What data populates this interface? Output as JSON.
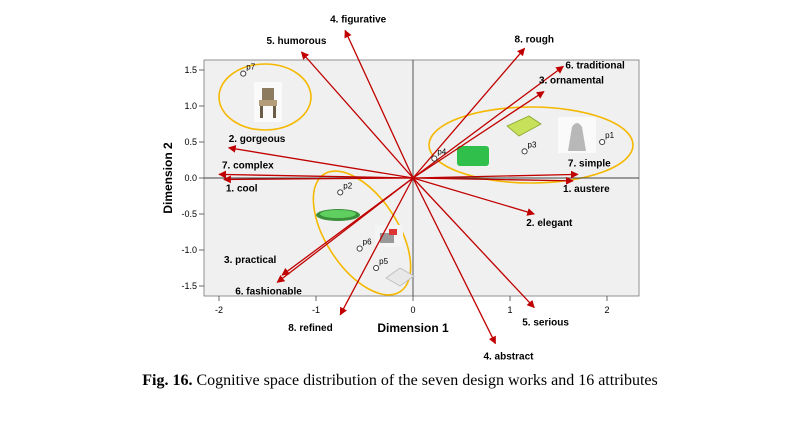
{
  "chart_data": {
    "type": "scatter",
    "xlabel": "Dimension 1",
    "ylabel": "Dimension 2",
    "xlim": [
      -2.2,
      2.2
    ],
    "ylim": [
      -1.6,
      1.65
    ],
    "x_ticks": [
      -2,
      -1,
      0,
      1,
      2
    ],
    "y_ticks": [
      1.5,
      1.0,
      0.5,
      0.0,
      -0.5,
      -1.0,
      -1.5
    ],
    "x_tick_labels": [
      "-2",
      "-1",
      "0",
      "1",
      "2"
    ],
    "y_tick_labels": [
      "1.5",
      "1.0",
      "0.5",
      "0.0",
      "-0.5",
      "-1.0",
      "-1.5"
    ],
    "points": [
      {
        "label": "p1",
        "x": 1.95,
        "y": 0.5
      },
      {
        "label": "p2",
        "x": -0.75,
        "y": -0.2
      },
      {
        "label": "p3",
        "x": 1.15,
        "y": 0.37
      },
      {
        "label": "p4",
        "x": 0.22,
        "y": 0.27
      },
      {
        "label": "p5",
        "x": -0.38,
        "y": -1.25
      },
      {
        "label": "p6",
        "x": -0.55,
        "y": -0.98
      },
      {
        "label": "p7",
        "x": -1.75,
        "y": 1.45
      }
    ],
    "attributes": [
      {
        "label": "4. figurative",
        "x": -0.7,
        "y": 2.05
      },
      {
        "label": "5. humorous",
        "x": -1.15,
        "y": 1.75
      },
      {
        "label": "8. rough",
        "x": 1.15,
        "y": 1.8
      },
      {
        "label": "6. traditional",
        "x": 1.55,
        "y": 1.55
      },
      {
        "label": "3. ornamental",
        "x": 1.35,
        "y": 1.2
      },
      {
        "label": "2. gorgeous",
        "x": -1.9,
        "y": 0.42
      },
      {
        "label": "7. complex",
        "x": -2.0,
        "y": 0.05
      },
      {
        "label": "7. simple",
        "x": 1.7,
        "y": 0.05
      },
      {
        "label": "1. austere",
        "x": 1.65,
        "y": -0.04
      },
      {
        "label": "1. cool",
        "x": -1.95,
        "y": -0.02
      },
      {
        "label": "2. elegant",
        "x": 1.25,
        "y": -0.5
      },
      {
        "label": "3. practical",
        "x": -1.35,
        "y": -1.35
      },
      {
        "label": "6. fashionable",
        "x": -1.4,
        "y": -1.45
      },
      {
        "label": "5. serious",
        "x": 1.25,
        "y": -1.8
      },
      {
        "label": "8. refined",
        "x": -0.75,
        "y": -1.9
      },
      {
        "label": "4. abstract",
        "x": 0.85,
        "y": -2.3
      }
    ],
    "grid": false
  },
  "caption": {
    "prefix": "Fig. 16.",
    "text": " Cognitive space distribution of the seven design works and 16 attributes"
  },
  "colors": {
    "arrow": "#c00000",
    "plot_bg": "#f0f0f0",
    "cluster_outline": "#f5b800",
    "point": "#333333"
  }
}
